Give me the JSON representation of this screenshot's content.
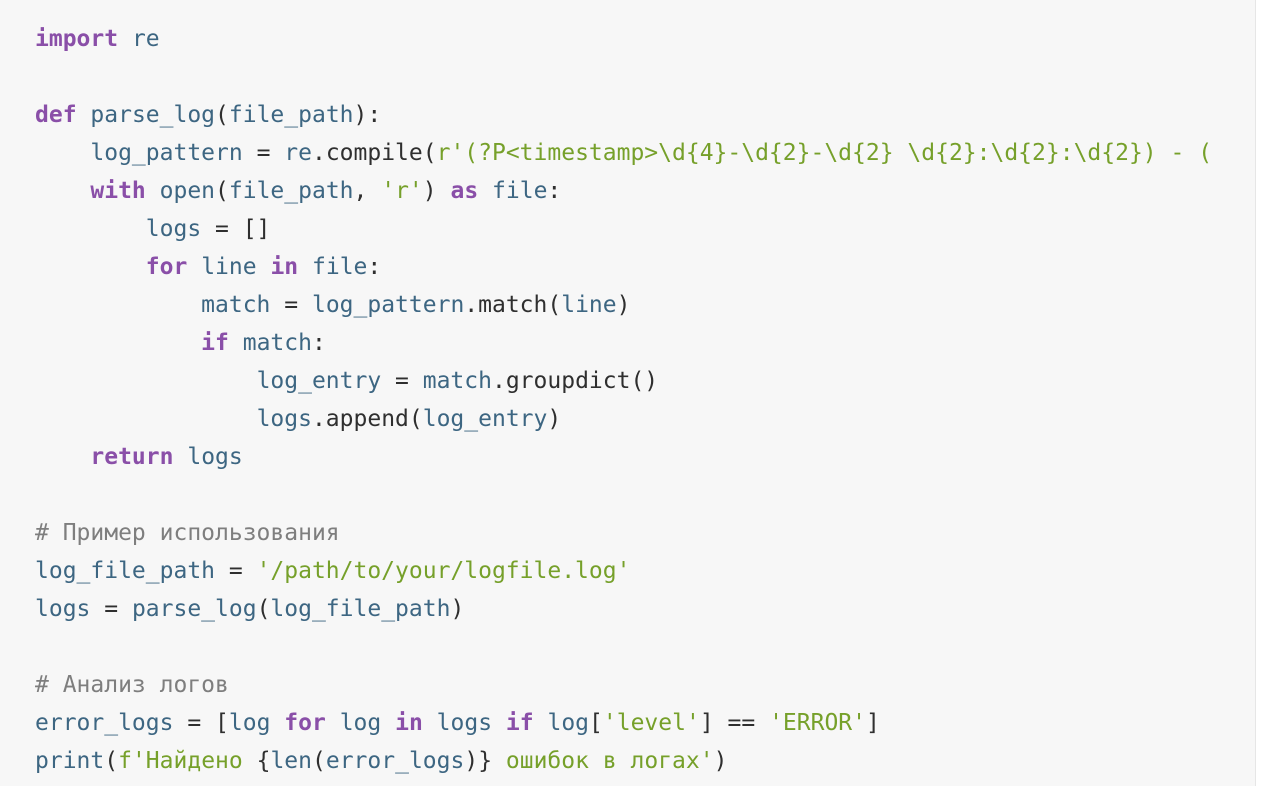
{
  "editor": {
    "lines": [
      [
        {
          "t": "import",
          "c": "kw"
        },
        {
          "t": " ",
          "c": "pun"
        },
        {
          "t": "re",
          "c": "id"
        }
      ],
      [],
      [
        {
          "t": "def",
          "c": "kw"
        },
        {
          "t": " ",
          "c": "pun"
        },
        {
          "t": "parse_log",
          "c": "id"
        },
        {
          "t": "(",
          "c": "pun"
        },
        {
          "t": "file_path",
          "c": "id"
        },
        {
          "t": "):",
          "c": "pun"
        }
      ],
      [
        {
          "t": "    ",
          "c": "pun"
        },
        {
          "t": "log_pattern",
          "c": "id"
        },
        {
          "t": " = ",
          "c": "pun"
        },
        {
          "t": "re",
          "c": "id"
        },
        {
          "t": ".compile(",
          "c": "pun"
        },
        {
          "t": "r'(?P<timestamp>\\d{4}-\\d{2}-\\d{2} \\d{2}:\\d{2}:\\d{2}) - (",
          "c": "str"
        }
      ],
      [
        {
          "t": "    ",
          "c": "pun"
        },
        {
          "t": "with",
          "c": "kw"
        },
        {
          "t": " ",
          "c": "pun"
        },
        {
          "t": "open",
          "c": "id"
        },
        {
          "t": "(",
          "c": "pun"
        },
        {
          "t": "file_path",
          "c": "id"
        },
        {
          "t": ", ",
          "c": "pun"
        },
        {
          "t": "'r'",
          "c": "str"
        },
        {
          "t": ") ",
          "c": "pun"
        },
        {
          "t": "as",
          "c": "kw"
        },
        {
          "t": " ",
          "c": "pun"
        },
        {
          "t": "file",
          "c": "id"
        },
        {
          "t": ":",
          "c": "pun"
        }
      ],
      [
        {
          "t": "        ",
          "c": "pun"
        },
        {
          "t": "logs",
          "c": "id"
        },
        {
          "t": " = []",
          "c": "pun"
        }
      ],
      [
        {
          "t": "        ",
          "c": "pun"
        },
        {
          "t": "for",
          "c": "kw"
        },
        {
          "t": " ",
          "c": "pun"
        },
        {
          "t": "line",
          "c": "id"
        },
        {
          "t": " ",
          "c": "pun"
        },
        {
          "t": "in",
          "c": "kw"
        },
        {
          "t": " ",
          "c": "pun"
        },
        {
          "t": "file",
          "c": "id"
        },
        {
          "t": ":",
          "c": "pun"
        }
      ],
      [
        {
          "t": "            ",
          "c": "pun"
        },
        {
          "t": "match",
          "c": "id"
        },
        {
          "t": " = ",
          "c": "pun"
        },
        {
          "t": "log_pattern",
          "c": "id"
        },
        {
          "t": ".match(",
          "c": "pun"
        },
        {
          "t": "line",
          "c": "id"
        },
        {
          "t": ")",
          "c": "pun"
        }
      ],
      [
        {
          "t": "            ",
          "c": "pun"
        },
        {
          "t": "if",
          "c": "kw"
        },
        {
          "t": " ",
          "c": "pun"
        },
        {
          "t": "match",
          "c": "id"
        },
        {
          "t": ":",
          "c": "pun"
        }
      ],
      [
        {
          "t": "                ",
          "c": "pun"
        },
        {
          "t": "log_entry",
          "c": "id"
        },
        {
          "t": " = ",
          "c": "pun"
        },
        {
          "t": "match",
          "c": "id"
        },
        {
          "t": ".groupdict()",
          "c": "pun"
        }
      ],
      [
        {
          "t": "                ",
          "c": "pun"
        },
        {
          "t": "logs",
          "c": "id"
        },
        {
          "t": ".append(",
          "c": "pun"
        },
        {
          "t": "log_entry",
          "c": "id"
        },
        {
          "t": ")",
          "c": "pun"
        }
      ],
      [
        {
          "t": "    ",
          "c": "pun"
        },
        {
          "t": "return",
          "c": "kw"
        },
        {
          "t": " ",
          "c": "pun"
        },
        {
          "t": "logs",
          "c": "id"
        }
      ],
      [],
      [
        {
          "t": "# Пример использования",
          "c": "com"
        }
      ],
      [
        {
          "t": "log_file_path",
          "c": "id"
        },
        {
          "t": " = ",
          "c": "pun"
        },
        {
          "t": "'/path/to/your/logfile.log'",
          "c": "str"
        }
      ],
      [
        {
          "t": "logs",
          "c": "id"
        },
        {
          "t": " = ",
          "c": "pun"
        },
        {
          "t": "parse_log",
          "c": "id"
        },
        {
          "t": "(",
          "c": "pun"
        },
        {
          "t": "log_file_path",
          "c": "id"
        },
        {
          "t": ")",
          "c": "pun"
        }
      ],
      [],
      [
        {
          "t": "# Анализ логов",
          "c": "com"
        }
      ],
      [
        {
          "t": "error_logs",
          "c": "id"
        },
        {
          "t": " = [",
          "c": "pun"
        },
        {
          "t": "log",
          "c": "id"
        },
        {
          "t": " ",
          "c": "pun"
        },
        {
          "t": "for",
          "c": "kw"
        },
        {
          "t": " ",
          "c": "pun"
        },
        {
          "t": "log",
          "c": "id"
        },
        {
          "t": " ",
          "c": "pun"
        },
        {
          "t": "in",
          "c": "kw"
        },
        {
          "t": " ",
          "c": "pun"
        },
        {
          "t": "logs",
          "c": "id"
        },
        {
          "t": " ",
          "c": "pun"
        },
        {
          "t": "if",
          "c": "kw"
        },
        {
          "t": " ",
          "c": "pun"
        },
        {
          "t": "log",
          "c": "id"
        },
        {
          "t": "[",
          "c": "pun"
        },
        {
          "t": "'level'",
          "c": "str"
        },
        {
          "t": "] == ",
          "c": "pun"
        },
        {
          "t": "'ERROR'",
          "c": "str"
        },
        {
          "t": "]",
          "c": "pun"
        }
      ],
      [
        {
          "t": "print",
          "c": "id"
        },
        {
          "t": "(",
          "c": "pun"
        },
        {
          "t": "f'Найдено ",
          "c": "str"
        },
        {
          "t": "{",
          "c": "pun"
        },
        {
          "t": "len",
          "c": "id"
        },
        {
          "t": "(",
          "c": "pun"
        },
        {
          "t": "error_logs",
          "c": "id"
        },
        {
          "t": ")}",
          "c": "pun"
        },
        {
          "t": " ошибок в логах'",
          "c": "str"
        },
        {
          "t": ")",
          "c": "pun"
        }
      ]
    ]
  },
  "colors": {
    "background": "#f7f7f7",
    "keyword": "#8a4fa8",
    "identifier": "#3d6682",
    "string": "#76a02a",
    "comment": "#7e7e7e",
    "punctuation": "#2f2f2f"
  }
}
